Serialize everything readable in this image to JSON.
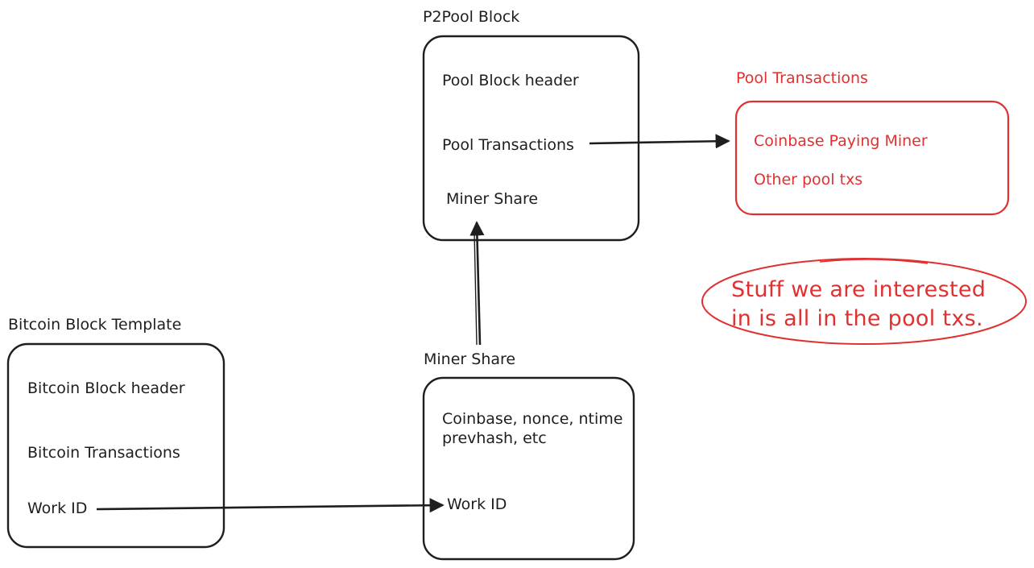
{
  "p2pool_block": {
    "title": "P2Pool Block",
    "rows": [
      "Pool Block header",
      "Pool Transactions",
      "Miner Share"
    ]
  },
  "pool_transactions": {
    "title": "Pool Transactions",
    "rows": [
      "Coinbase Paying Miner",
      "Other pool txs"
    ]
  },
  "note": {
    "line1": "Stuff we are interested",
    "line2": "in is all in the pool txs."
  },
  "bitcoin_template": {
    "title": "Bitcoin Block Template",
    "rows": [
      "Bitcoin Block header",
      "Bitcoin Transactions",
      "Work ID"
    ]
  },
  "miner_share": {
    "title": "Miner Share",
    "line1": "Coinbase, nonce, ntime",
    "line2": "prevhash, etc",
    "work_id": "Work ID"
  },
  "colors": {
    "stroke": "#1e1e1e",
    "accent": "#e03131"
  }
}
